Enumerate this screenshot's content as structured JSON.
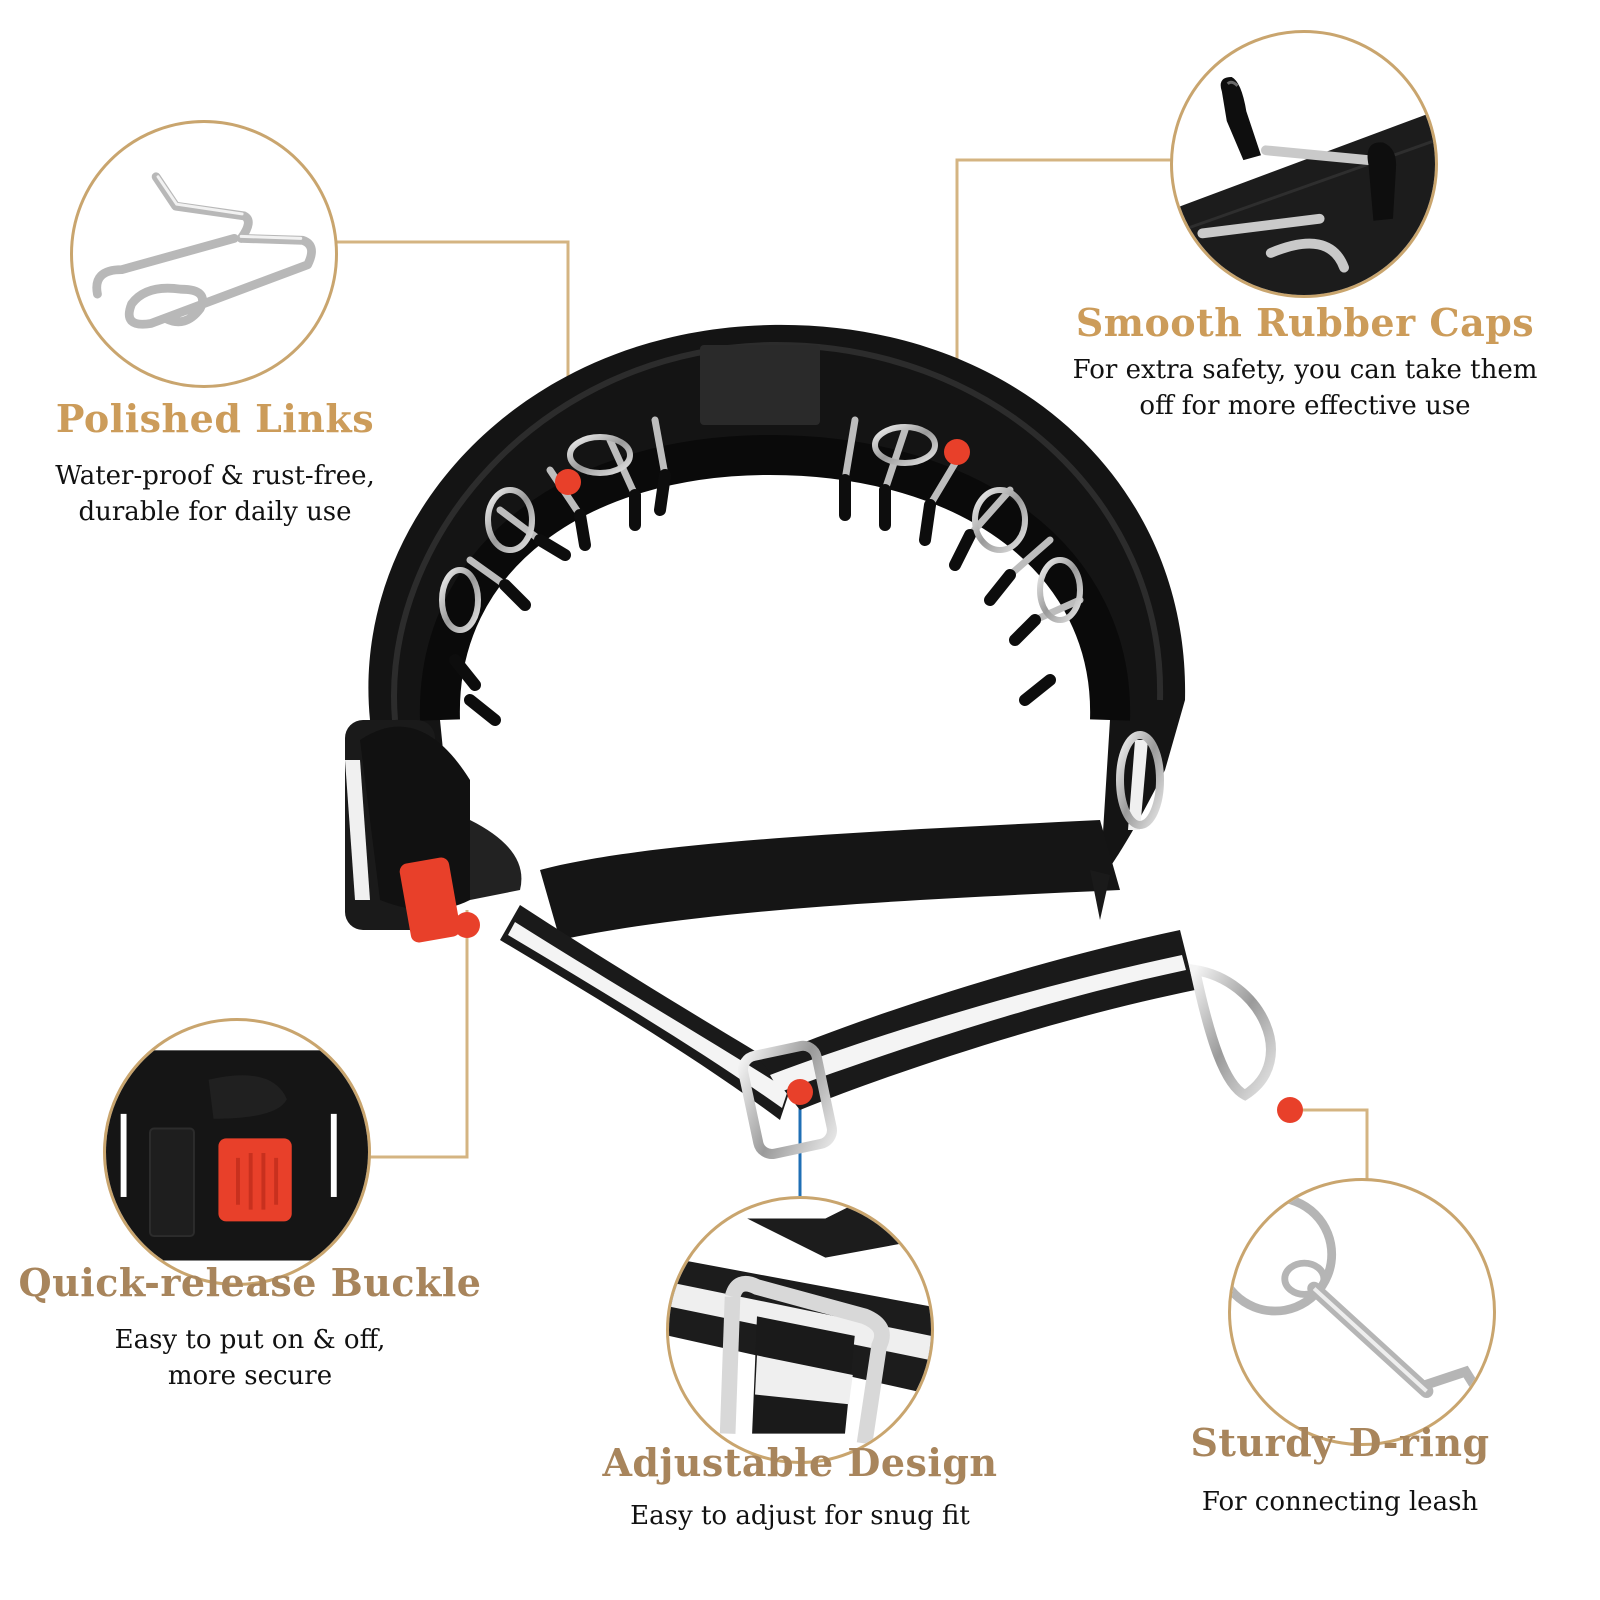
{
  "colors": {
    "title_gold": "#cc9c5a",
    "title_tan": "#a8855c",
    "connector": "#d4b482",
    "connector_blue": "#1f6fb5",
    "dot_red": "#e8402a",
    "circle_border": "#c9a56e",
    "body_text": "#111111"
  },
  "features": [
    {
      "id": "polished-links",
      "title": "Polished Links",
      "desc_line1": "Water-proof & rust-free,",
      "desc_line2": "durable for daily use"
    },
    {
      "id": "smooth-rubber-caps",
      "title": "Smooth Rubber Caps",
      "desc_line1": "For extra safety, you can take them",
      "desc_line2": "off for more effective use"
    },
    {
      "id": "quick-release-buckle",
      "title": "Quick-release Buckle",
      "desc_line1": "Easy to put on & off,",
      "desc_line2": "more secure"
    },
    {
      "id": "adjustable-design",
      "title": "Adjustable Design",
      "desc_line1": "Easy to adjust for snug fit"
    },
    {
      "id": "sturdy-d-ring",
      "title": "Sturdy D-ring",
      "desc_line1": "For connecting leash"
    }
  ],
  "icons": {
    "link": "prong-link-icon",
    "cap": "rubber-cap-icon",
    "buckle": "buckle-icon",
    "slider": "slide-adjuster-icon",
    "dring": "d-ring-clip-icon"
  }
}
